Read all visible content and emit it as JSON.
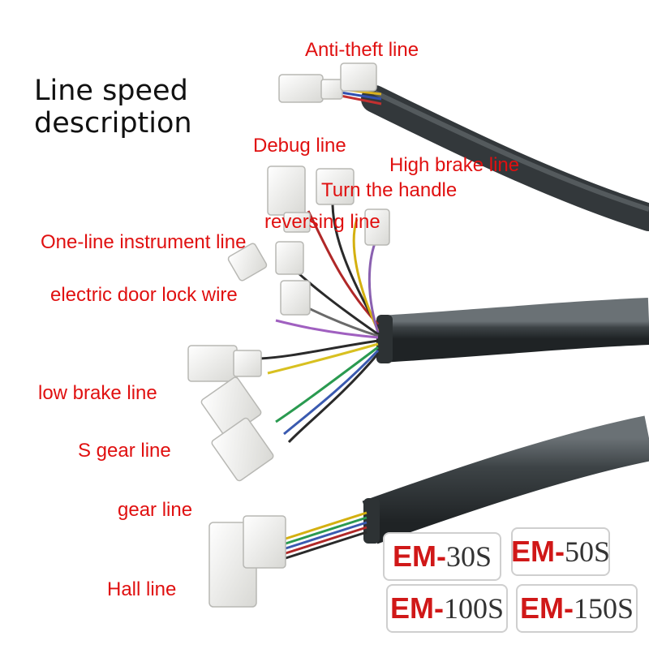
{
  "title": {
    "line1": "Line speed",
    "line2": "description"
  },
  "labels": {
    "anti_theft": "Anti-theft line",
    "debug": "Debug line",
    "high_brake": "High brake line",
    "turn_handle": "Turn the handle",
    "reversing": "reversing line",
    "one_line_instrument": "One-line instrument line",
    "door_lock": "electric door lock wire",
    "low_brake": "low brake line",
    "s_gear": "S gear line",
    "gear": "gear line",
    "hall": "Hall line"
  },
  "models": [
    {
      "prefix": "EM-",
      "number": "30S"
    },
    {
      "prefix": "EM-",
      "number": "50S"
    },
    {
      "prefix": "EM-",
      "number": "100S"
    },
    {
      "prefix": "EM-",
      "number": "150S"
    }
  ],
  "colors": {
    "label_text": "#e01010",
    "badge_prefix": "#d01818",
    "badge_number": "#333333",
    "cable_sheath": "#3a3f42",
    "connector": "#f2f2f0"
  }
}
